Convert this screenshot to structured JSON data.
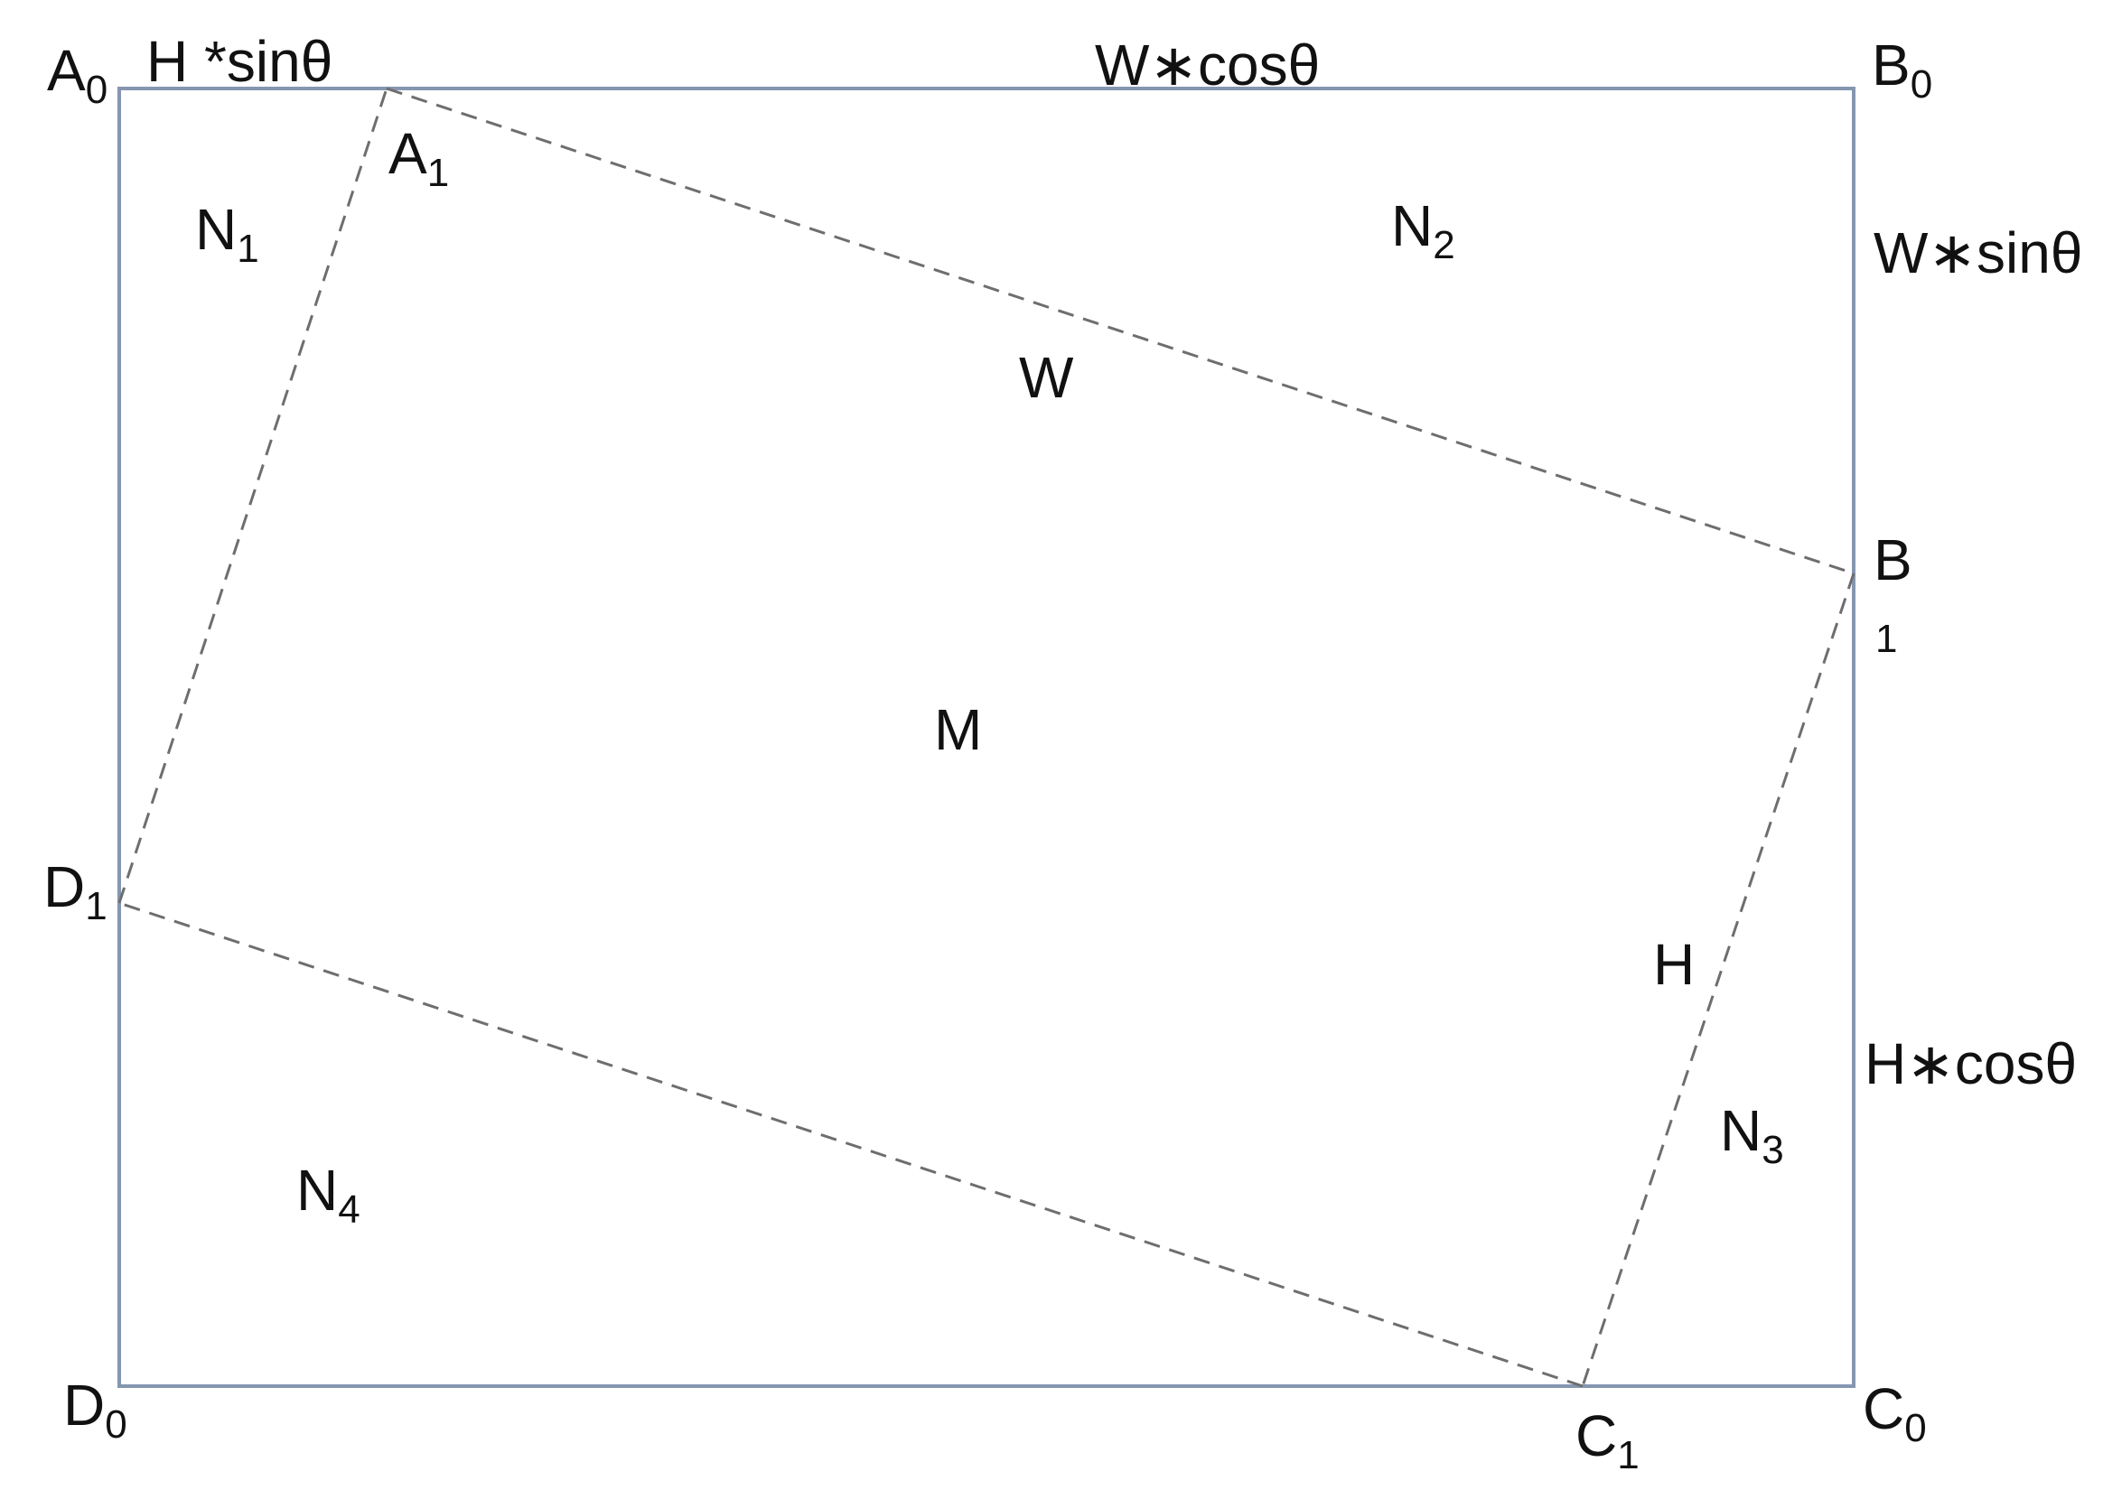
{
  "vertices": {
    "A0": {
      "base": "A",
      "sub": "0"
    },
    "B0": {
      "base": "B",
      "sub": "0"
    },
    "C0": {
      "base": "C",
      "sub": "0"
    },
    "D0": {
      "base": "D",
      "sub": "0"
    },
    "A1": {
      "base": "A",
      "sub": "1"
    },
    "B1": {
      "base": "B",
      "sub": "1"
    },
    "C1": {
      "base": "C",
      "sub": "1"
    },
    "D1": {
      "base": "D",
      "sub": "1"
    }
  },
  "regions": {
    "N1": {
      "base": "N",
      "sub": "1"
    },
    "N2": {
      "base": "N",
      "sub": "2"
    },
    "N3": {
      "base": "N",
      "sub": "3"
    },
    "N4": {
      "base": "N",
      "sub": "4"
    },
    "M": "M"
  },
  "side_labels": {
    "W": "W",
    "H": "H"
  },
  "segment_labels": {
    "top_left": "H *sinθ",
    "top_right": "W∗cosθ",
    "right_upper": "W∗sinθ",
    "right_lower": "H∗cosθ"
  },
  "colors": {
    "outer_rect": "#8596b0",
    "inner_rect_dashed": "#6e6e6e",
    "text": "#111111"
  }
}
